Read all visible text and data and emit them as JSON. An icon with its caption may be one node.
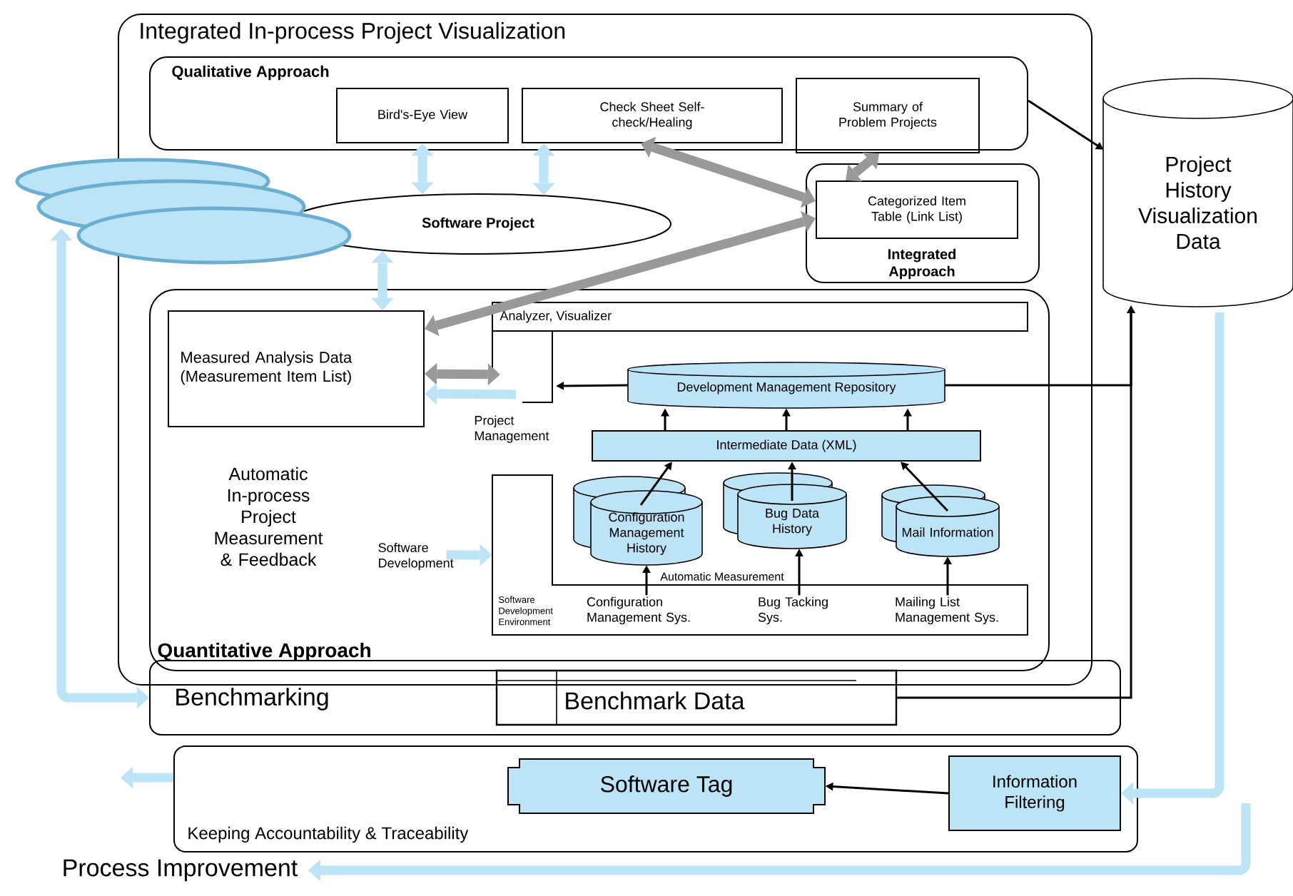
{
  "diagram": {
    "nodes": [
      {
        "text": [
          "Integrated In-process Project Visualization"
        ]
      },
      {
        "text": [
          "Qualitative Approach"
        ],
        "in": 0
      },
      {
        "text": [
          "Bird's-Eye View"
        ],
        "in": 1
      },
      {
        "text": [
          "Check Sheet Self-check/Healing"
        ],
        "in": 1
      },
      {
        "text": [
          "Summary of Problem Projects"
        ],
        "in": 1
      },
      {
        "text": [
          "Software Project"
        ],
        "in": 0
      },
      {
        "text": [
          "Integrated Approach"
        ],
        "in": 0
      },
      {
        "text": [
          "Categorized Item Table (Link List)"
        ],
        "in": 6
      },
      {
        "text": [
          "Automatic In-process Project Measurement & Feedback",
          "Quantitative Approach"
        ],
        "in": 0
      },
      {
        "text": [
          "Measured Analysis Data (Measurement Item List)"
        ],
        "in": 8
      },
      {
        "text": [
          "Analyzer, Visualizer"
        ],
        "in": 8
      },
      {
        "text": [
          "Development Management Repository"
        ],
        "in": 8
      },
      {
        "text": [
          "Intermediate Data (XML)"
        ],
        "in": 8
      },
      {
        "text": [
          "Configuration Management History"
        ],
        "in": 8
      },
      {
        "text": [
          "Bug Data History"
        ],
        "in": 8
      },
      {
        "text": [
          "Mail Information"
        ],
        "in": 8
      },
      {
        "text": [
          "Software Development Environment"
        ],
        "in": 8
      },
      {
        "text": [
          "Configuration Management Sys."
        ],
        "in": 16
      },
      {
        "text": [
          "Bug Tacking Sys."
        ],
        "in": 16
      },
      {
        "text": [
          "Mailing List Management Sys."
        ],
        "in": 16
      },
      {
        "text": [
          "Project History Visualization Data"
        ]
      },
      {
        "text": [
          "Benchmarking"
        ]
      },
      {
        "text": [
          "Benchmark Data"
        ],
        "in": 21
      },
      {
        "text": [
          "Keeping Accountability & Traceability"
        ]
      },
      {
        "text": [
          "Software Tag"
        ],
        "in": 23
      },
      {
        "text": [
          "Information Filtering"
        ],
        "in": 23
      },
      {
        "text": [],
        "shape": "ellipse"
      },
      {
        "text": [
          "Process Improvement"
        ]
      }
    ],
    "edges": [
      {
        "from": 2,
        "to": 5,
        "arrow": "both",
        "style": "thick",
        "color": "#bde3f7"
      },
      {
        "from": 3,
        "to": 5,
        "arrow": "both",
        "style": "thick",
        "color": "#bde3f7"
      },
      {
        "from": 4,
        "to": 7,
        "arrow": "both",
        "style": "thick",
        "color": "#999999"
      },
      {
        "from": 3,
        "to": 7,
        "arrow": "both",
        "style": "thick",
        "color": "#999999"
      },
      {
        "from": 9,
        "to": 7,
        "arrow": "both",
        "style": "thick",
        "color": "#999999"
      },
      {
        "from": 5,
        "to": 9,
        "arrow": "both",
        "style": "thick",
        "color": "#bde3f7"
      },
      {
        "from": 9,
        "to": 10,
        "arrow": "both",
        "style": "thick",
        "color": "#999999"
      },
      {
        "from": 10,
        "to": 9,
        "arrow": "to",
        "label": "Project Management",
        "style": "thick",
        "color": "#bde3f7"
      },
      {
        "from": 11,
        "to": 10,
        "arrow": "to"
      },
      {
        "from": 12,
        "to": 11,
        "arrow": "to"
      },
      {
        "from": 12,
        "to": 11,
        "arrow": "to"
      },
      {
        "from": 12,
        "to": 11,
        "arrow": "to"
      },
      {
        "from": 13,
        "to": 12,
        "arrow": "to"
      },
      {
        "from": 14,
        "to": 12,
        "arrow": "to"
      },
      {
        "from": 15,
        "to": 12,
        "arrow": "to"
      },
      {
        "from": 17,
        "to": 13,
        "arrow": "to"
      },
      {
        "from": 18,
        "to": 14,
        "arrow": "to"
      },
      {
        "from": 19,
        "to": 15,
        "arrow": "to"
      },
      {
        "from": null,
        "to": 16,
        "arrow": "to",
        "label": "Software Development",
        "style": "thick",
        "color": "#bde3f7"
      },
      {
        "from": 1,
        "to": 20,
        "arrow": "to"
      },
      {
        "from": 11,
        "to": 20,
        "arrow": "to"
      },
      {
        "from": 22,
        "to": 20,
        "arrow": "to"
      },
      {
        "from": 20,
        "to": 25,
        "arrow": "to",
        "style": "thick",
        "color": "#bde3f7"
      },
      {
        "from": 25,
        "to": 24,
        "arrow": "to"
      },
      {
        "from": 23,
        "to": null,
        "arrow": "to",
        "style": "thick",
        "color": "#bde3f7"
      },
      {
        "from": null,
        "to": 27,
        "arrow": "to",
        "style": "thick",
        "color": "#bde3f7"
      },
      {
        "from": 26,
        "to": 21,
        "arrow": "both",
        "style": "thick",
        "color": "#bde3f7"
      }
    ],
    "labels": [
      "Automatic Measurement"
    ]
  }
}
